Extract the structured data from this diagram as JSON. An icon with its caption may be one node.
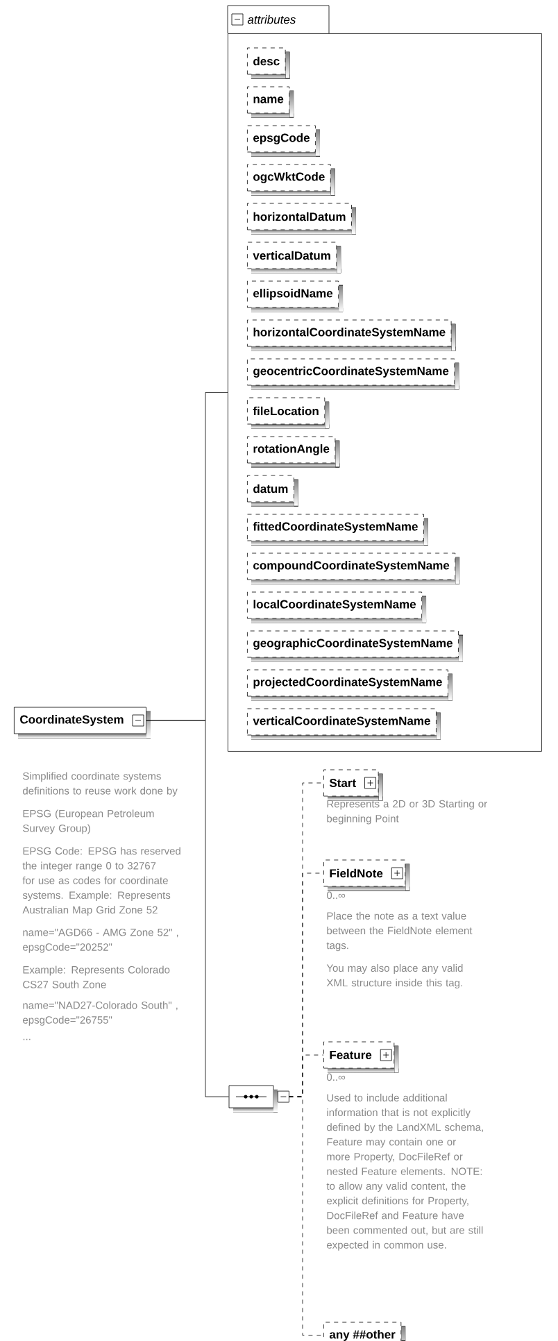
{
  "diagram": {
    "nodes": [
      {
        "text": [
          "CoordinateSystem"
        ],
        "beside": [
          "Simplified coordinate systems definitions to reuse work done by",
          "EPSG (European Petroleum Survey Group)",
          "EPSG Code: EPSG has reserved the integer range 0 to 32767 for use as codes for coordinate systems. Example: Represents Australian Map Grid Zone 52",
          "name=\"AGD66 - AMG Zone 52\" , epsgCode=\"20252\"",
          "Example: Represents Colorado CS27 South Zone",
          "name=\"NAD27-Colorado South\" , epsgCode=\"26755\"",
          "..."
        ]
      },
      {
        "text": [
          "attributes"
        ]
      },
      {
        "text": [
          "desc"
        ],
        "in": 1
      },
      {
        "text": [
          "name"
        ],
        "in": 1
      },
      {
        "text": [
          "epsgCode"
        ],
        "in": 1
      },
      {
        "text": [
          "ogcWktCode"
        ],
        "in": 1
      },
      {
        "text": [
          "horizontalDatum"
        ],
        "in": 1
      },
      {
        "text": [
          "verticalDatum"
        ],
        "in": 1
      },
      {
        "text": [
          "ellipsoidName"
        ],
        "in": 1
      },
      {
        "text": [
          "horizontalCoordinateSystemName"
        ],
        "in": 1
      },
      {
        "text": [
          "geocentricCoordinateSystemName"
        ],
        "in": 1
      },
      {
        "text": [
          "fileLocation"
        ],
        "in": 1
      },
      {
        "text": [
          "rotationAngle"
        ],
        "in": 1
      },
      {
        "text": [
          "datum"
        ],
        "in": 1
      },
      {
        "text": [
          "fittedCoordinateSystemName"
        ],
        "in": 1
      },
      {
        "text": [
          "compoundCoordinateSystemName"
        ],
        "in": 1
      },
      {
        "text": [
          "localCoordinateSystemName"
        ],
        "in": 1
      },
      {
        "text": [
          "geographicCoordinateSystemName"
        ],
        "in": 1
      },
      {
        "text": [
          "projectedCoordinateSystemName"
        ],
        "in": 1
      },
      {
        "text": [
          "verticalCoordinateSystemName"
        ],
        "in": 1
      },
      {
        "text": [],
        "shape": "octagon"
      },
      {
        "text": [
          "Start"
        ],
        "beside": [
          "Represents a 2D or 3D Starting or beginning Point"
        ]
      },
      {
        "text": [
          "FieldNote"
        ],
        "beside": [
          "0..∞",
          "Place the note as a text value between the FieldNote element tags.",
          "You may also place any valid XML structure inside this tag."
        ]
      },
      {
        "text": [
          "Feature"
        ],
        "beside": [
          "0..∞",
          "Used to include additional information that is not explicitly defined by the LandXML schema, Feature may contain one or more Property, DocFileRef or nested Feature elements. NOTE: to allow any valid content, the explicit definitions for Property, DocFileRef and Feature have been commented out, but are still expected in common use."
        ]
      },
      {
        "text": [
          "any **##other**"
        ]
      }
    ],
    "edges": [
      {
        "from": 0,
        "to": 1,
        "arrow": "none"
      },
      {
        "from": 0,
        "to": 20,
        "arrow": "none"
      },
      {
        "from": 20,
        "to": 21,
        "arrow": "none",
        "style": "dashed"
      },
      {
        "from": 20,
        "to": 22,
        "arrow": "none",
        "style": "dashed"
      },
      {
        "from": 20,
        "to": 23,
        "arrow": "none",
        "style": "dashed"
      },
      {
        "from": 20,
        "to": 24,
        "arrow": "none",
        "style": "dashed"
      }
    ]
  }
}
